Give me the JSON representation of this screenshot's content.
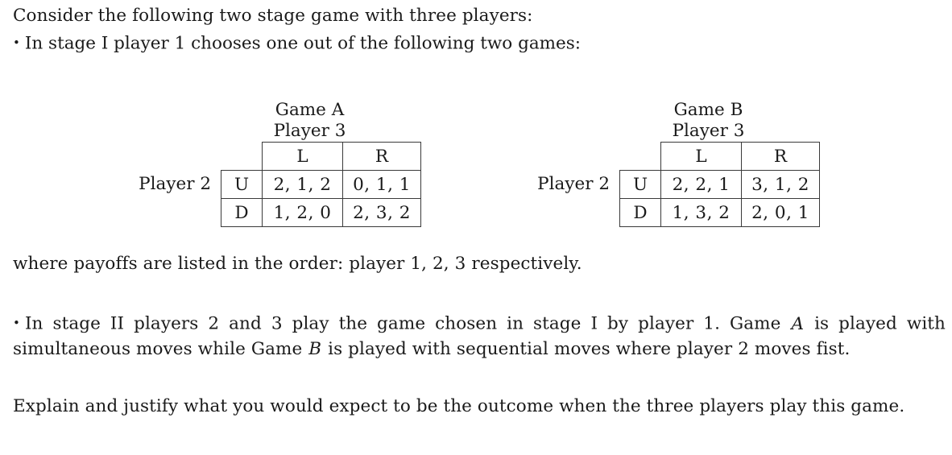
{
  "document": {
    "intro_line": "Consider the following two stage game with three players:",
    "bullet_symbol": "•",
    "stage_one": "In stage I player 1 chooses one out of the following two games:",
    "payoff_note": "where payoffs are listed in the order: player 1, 2, 3 respectively.",
    "stage_two_pre": "In stage II players 2 and 3 play the game chosen in stage I by player 1. Game ",
    "stage_two_game_a": "A",
    "stage_two_mid": " is played with simultaneous moves while Game ",
    "stage_two_game_b": "B",
    "stage_two_post": " is played with sequential moves where player 2 moves fist.",
    "question": "Explain and justify what you would expect to be the outcome when the three players play this game."
  },
  "games": [
    {
      "id": "game-a",
      "title": "Game A",
      "column_player_label": "Player 3",
      "row_player_label": "Player 2",
      "column_headers": [
        "L",
        "R"
      ],
      "row_headers": [
        "U",
        "D"
      ],
      "payoffs": [
        [
          "2, 1, 2",
          "0, 1, 1"
        ],
        [
          "1, 2, 0",
          "2, 3, 2"
        ]
      ]
    },
    {
      "id": "game-b",
      "title": "Game B",
      "column_player_label": "Player 3",
      "row_player_label": "Player 2",
      "column_headers": [
        "L",
        "R"
      ],
      "row_headers": [
        "U",
        "D"
      ],
      "payoffs": [
        [
          "2, 2, 1",
          "3, 1, 2"
        ],
        [
          "1, 3, 2",
          "2, 0, 1"
        ]
      ]
    }
  ],
  "colors": {
    "text": "#1a1a1a",
    "rule": "#3a3a3a",
    "background": "#ffffff"
  }
}
